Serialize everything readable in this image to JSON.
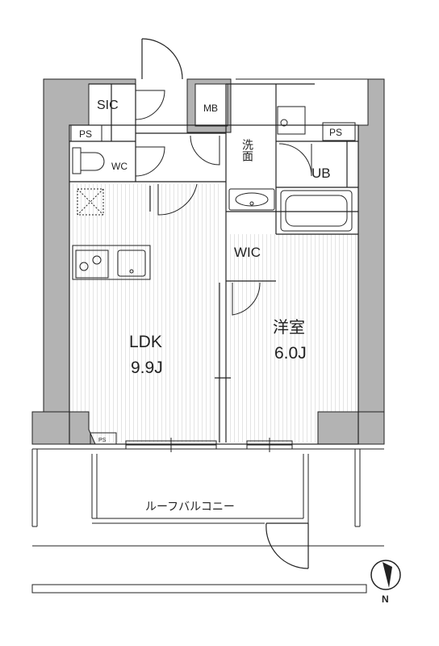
{
  "rooms": {
    "sic": "SIC",
    "mb": "MB",
    "wash": "洗面",
    "ps_top_left": "PS",
    "ps_top_right": "PS",
    "wc": "WC",
    "ub": "UB",
    "wic": "WIC",
    "ldk": "LDK",
    "ldk_size": "9.9J",
    "western": "洋室",
    "western_size": "6.0J",
    "ps_bottom": "PS",
    "balcony": "ルーフバルコニー"
  },
  "compass": {
    "label": "N"
  },
  "colors": {
    "wall": "#b3b3b3",
    "line": "#222222",
    "floor_stripe": "#e6e6e6"
  }
}
